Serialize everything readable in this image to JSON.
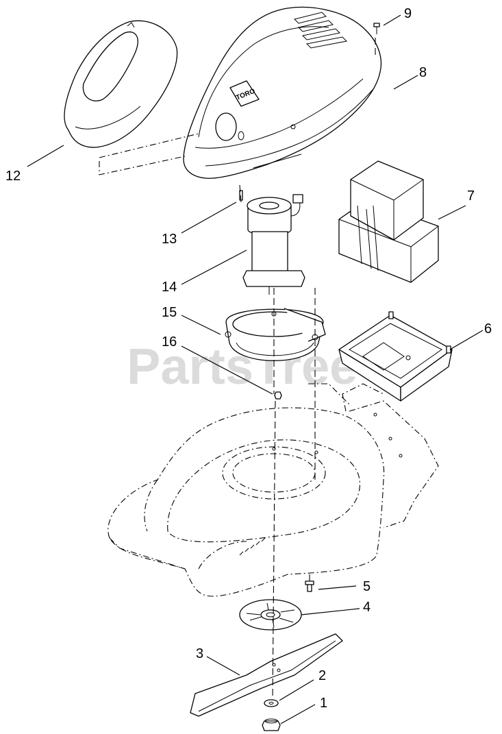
{
  "watermark": "PartsTree",
  "logo_text": "TORO",
  "callouts": [
    {
      "id": "1",
      "label": "1"
    },
    {
      "id": "2",
      "label": "2"
    },
    {
      "id": "3",
      "label": "3"
    },
    {
      "id": "4",
      "label": "4"
    },
    {
      "id": "5",
      "label": "5"
    },
    {
      "id": "6",
      "label": "6"
    },
    {
      "id": "7",
      "label": "7"
    },
    {
      "id": "8",
      "label": "8"
    },
    {
      "id": "9",
      "label": "9"
    },
    {
      "id": "12",
      "label": "12"
    },
    {
      "id": "13",
      "label": "13"
    },
    {
      "id": "14",
      "label": "14"
    },
    {
      "id": "15",
      "label": "15"
    },
    {
      "id": "16",
      "label": "16"
    }
  ]
}
